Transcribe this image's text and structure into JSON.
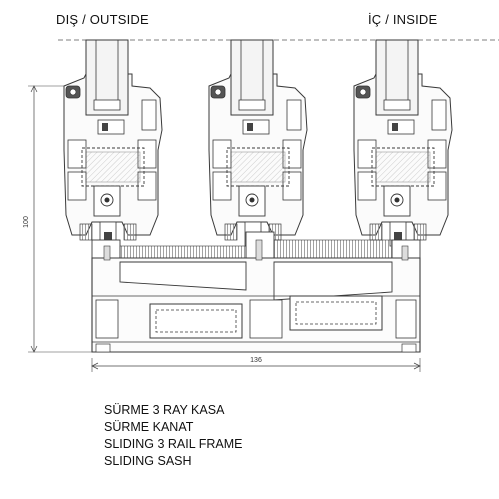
{
  "labels": {
    "outside": "DIŞ / OUTSIDE",
    "inside": "İÇ / INSIDE"
  },
  "dimensions": {
    "height": "100",
    "width": "136"
  },
  "legend": [
    "SÜRME 3 RAY KASA",
    "SÜRME KANAT",
    "SLIDING 3 RAIL FRAME",
    "SLIDING SASH"
  ],
  "colors": {
    "line": "#3a3a3a",
    "glass": "#f2f2f2",
    "hatch": "#9a9a9a"
  }
}
